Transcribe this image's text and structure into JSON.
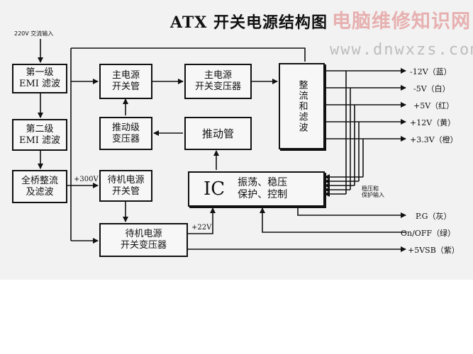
{
  "title": "ATX 开关电源结构图",
  "watermark": {
    "site_name": "电脑维修知识网",
    "url": "www.dnwxzs.com"
  },
  "input_label": "220V 交流输入",
  "blocks": {
    "emi1": "第一级\nEMI 滤波",
    "emi2": "第二级\nEMI 滤波",
    "rectifier": "全桥整流\n及滤波",
    "main_switch": "主电源\n开关管",
    "main_transformer": "主电源\n开关变压器",
    "driver_transformer": "推动级\n变压器",
    "driver_tube": "推动管",
    "standby_switch": "待机电源\n开关管",
    "standby_transformer": "待机电源\n开关变压器",
    "rect_filter": "整流和滤波",
    "ic_name": "IC",
    "ic_desc": "振荡、稳压\n保护、控制"
  },
  "voltage_labels": {
    "v300": "+300V",
    "v22": "+22V",
    "feedback": "稳压和\n保护输入"
  },
  "outputs": [
    "-12V（蓝）",
    "-5V（白）",
    "+5V（红）",
    "+12V（黄）",
    "+3.3V（橙）",
    "P.G（灰）",
    "On/OFF（绿）",
    "+5VSB（紫）"
  ]
}
